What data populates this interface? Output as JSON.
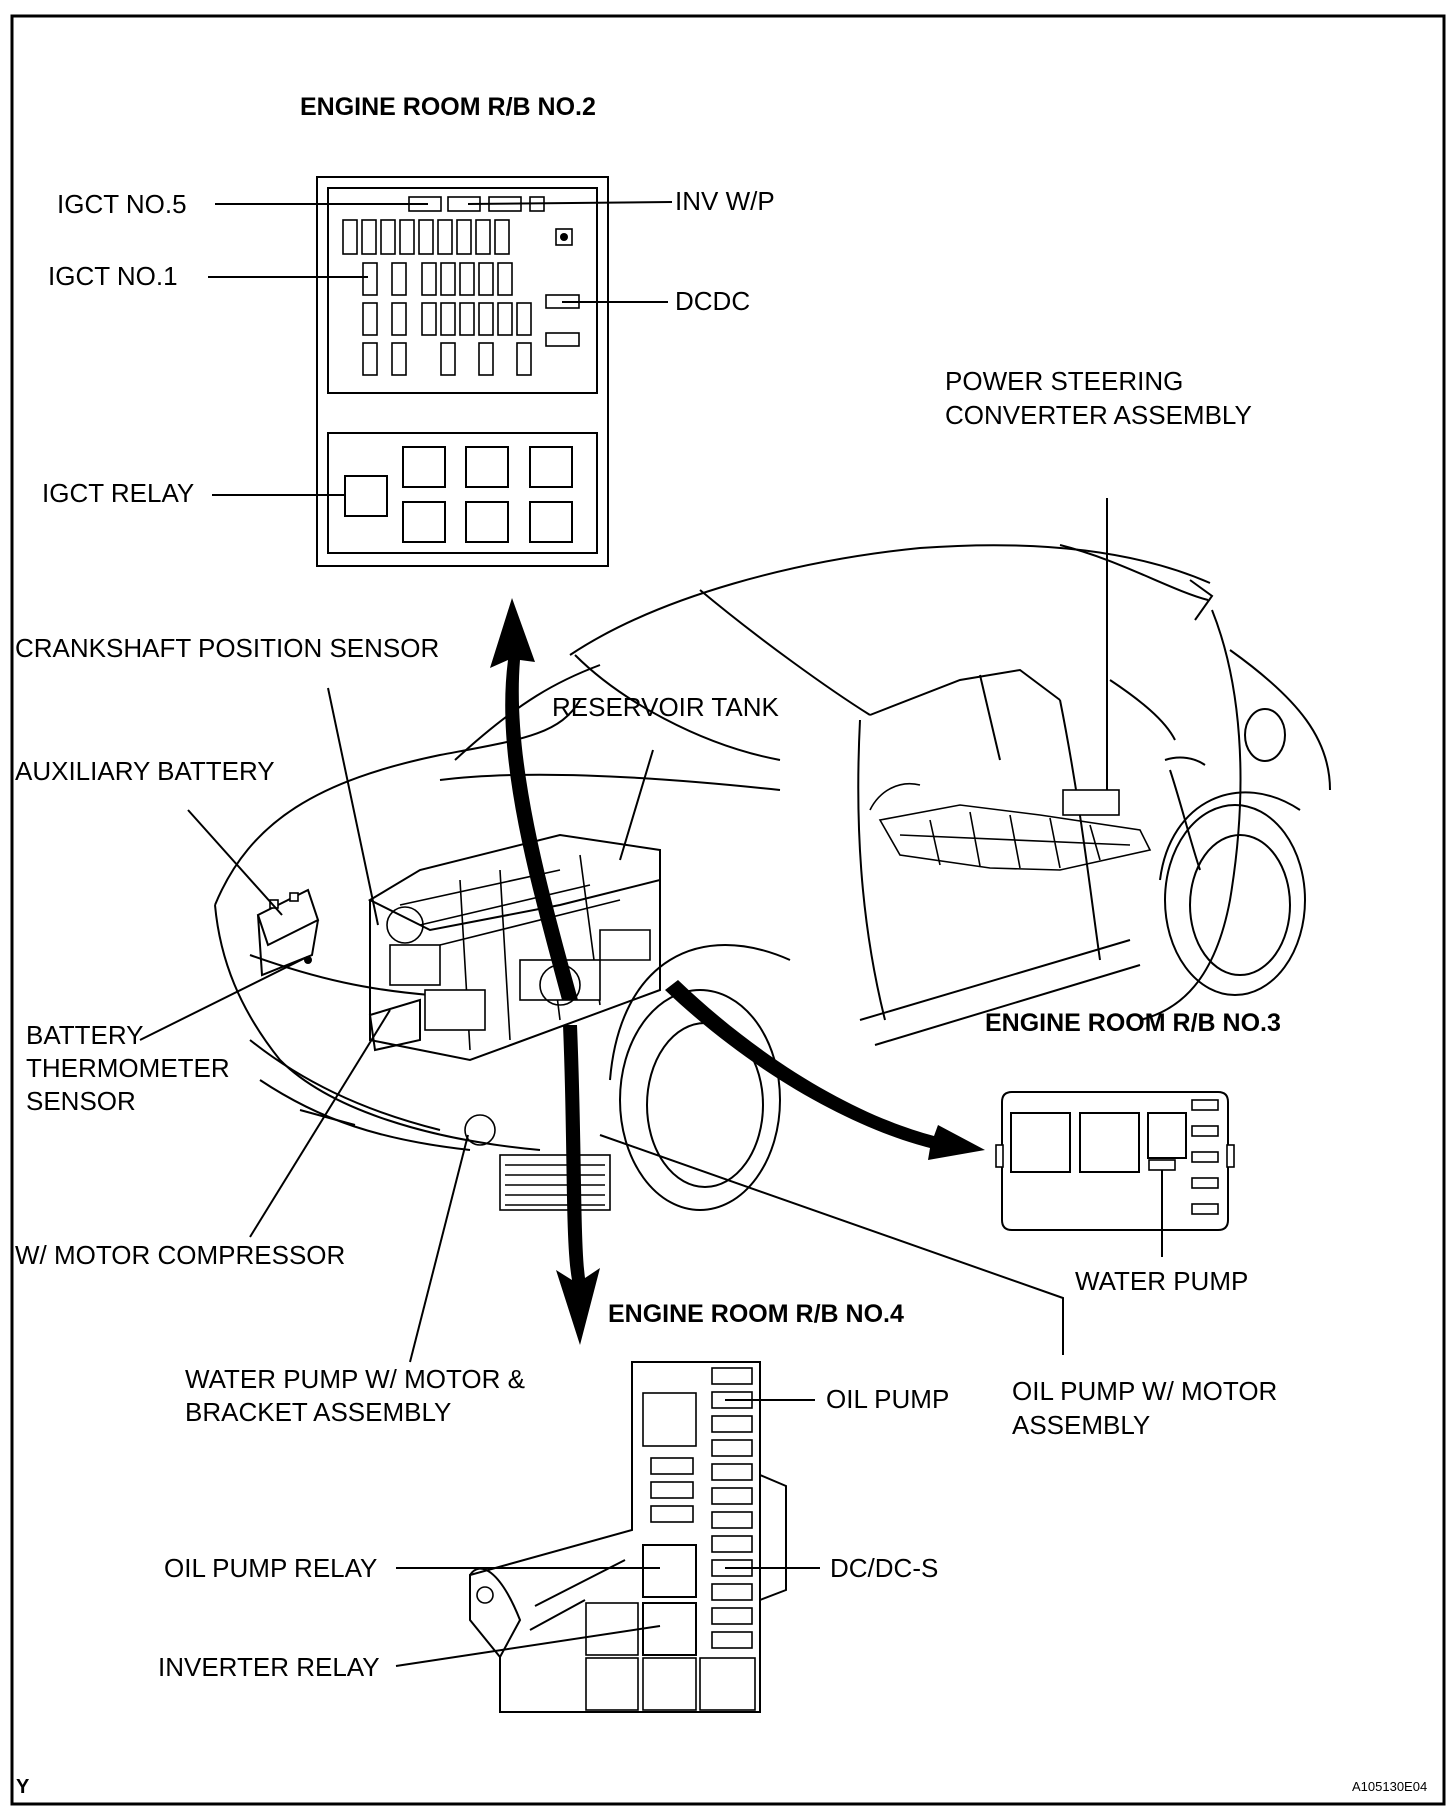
{
  "figure_id": "A105130E04",
  "corner_mark": "Y",
  "headers": {
    "rb2": "ENGINE ROOM R/B NO.2",
    "rb3": "ENGINE ROOM R/B NO.3",
    "rb4": "ENGINE ROOM R/B NO.4"
  },
  "labels": {
    "igct_no5": "IGCT NO.5",
    "inv_wp": "INV W/P",
    "igct_no1": "IGCT NO.1",
    "dcdc": "DCDC",
    "igct_relay": "IGCT RELAY",
    "ps_conv_1": "POWER STEERING",
    "ps_conv_2": "CONVERTER ASSEMBLY",
    "crank_sensor": "CRANKSHAFT POSITION SENSOR",
    "reservoir": "RESERVOIR TANK",
    "aux_battery": "AUXILIARY BATTERY",
    "batt_therm_1": "BATTERY",
    "batt_therm_2": "THERMOMETER",
    "batt_therm_3": "SENSOR",
    "water_pump": "WATER PUMP",
    "compressor": "W/ MOTOR COMPRESSOR",
    "wp_motor_1": "WATER PUMP W/ MOTOR &",
    "wp_motor_2": "BRACKET ASSEMBLY",
    "oil_pump": "OIL PUMP",
    "oil_pump_motor_1": "OIL PUMP W/ MOTOR",
    "oil_pump_motor_2": "ASSEMBLY",
    "oil_pump_relay": "OIL PUMP RELAY",
    "dcdc_s": "DC/DC-S",
    "inverter_relay": "INVERTER RELAY"
  }
}
